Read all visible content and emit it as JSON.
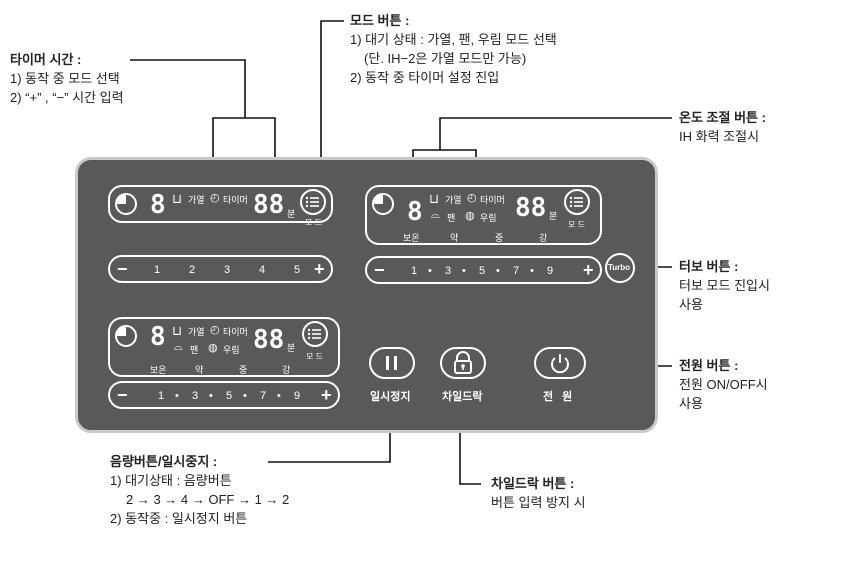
{
  "panel": {
    "zone_labels": {
      "heat": "가열",
      "timer": "타이머",
      "min": "분",
      "mode": "모 드",
      "fan": "팬",
      "warm": "우림"
    },
    "heat_levels": [
      "보온",
      "약",
      "중",
      "강"
    ],
    "seg_single": "8",
    "seg_double": "88",
    "zone_tl_slider": [
      "1",
      "2",
      "3",
      "4",
      "5"
    ],
    "zone_odd_slider": [
      "1",
      "•",
      "3",
      "•",
      "5",
      "•",
      "7",
      "•",
      "9"
    ],
    "turbo_label": "Turbo",
    "pause_label": "일시정지",
    "chime_label": "차일드락",
    "power_label": "전 원"
  },
  "annotations": {
    "timer": {
      "title": "타이머 시간 :",
      "lines": [
        "1) 동작 중 모드 선택",
        "2) “+” , “−”  시간 입력"
      ]
    },
    "mode": {
      "title": "모드 버튼 :",
      "lines": [
        "1) 대기 상태 : 가열, 팬, 우림 모드 선택",
        "(단. IH−2은 가열 모드만 가능)",
        "2) 동작 중 타이머 설정 진입"
      ]
    },
    "temp": {
      "title": "온도 조절 버튼 :",
      "lines": [
        "IH 화력 조절시"
      ]
    },
    "turbo": {
      "title": "터보 버튼 :",
      "lines": [
        "터보 모드 진입시",
        "사용"
      ]
    },
    "power": {
      "title": "전원 버튼 :",
      "lines": [
        "전원 ON/OFF시",
        "사용"
      ]
    },
    "volume": {
      "title": "음량버튼/일시중지 :",
      "lines": [
        "1) 대기상태 : 음량버튼",
        "2 → 3 → 4 → OFF → 1 → 2",
        "2) 동작중 : 일시정지 버튼"
      ]
    },
    "childlock": {
      "title": "차일드락 버튼 :",
      "lines": [
        "버튼 입력 방지 시"
      ]
    }
  },
  "colors": {
    "panel": "#58595b",
    "border": "#c8c9cb",
    "line": "#111111"
  }
}
